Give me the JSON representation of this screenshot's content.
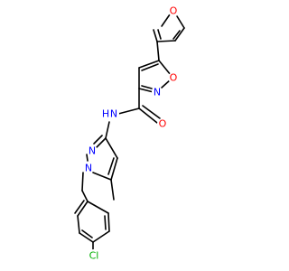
{
  "molecule": {
    "colors": {
      "carbon_bond": "#000000",
      "oxygen": "#ff0000",
      "nitrogen": "#0000ff",
      "chlorine": "#00b000"
    },
    "atoms": [
      {
        "id": "O1",
        "label": "O",
        "element": "oxygen"
      },
      {
        "id": "O2",
        "label": "O",
        "element": "oxygen"
      },
      {
        "id": "N1",
        "label": "N",
        "element": "nitrogen"
      },
      {
        "id": "O3",
        "label": "O",
        "element": "oxygen"
      },
      {
        "id": "N2",
        "label": "N",
        "element": "nitrogen"
      },
      {
        "id": "H1",
        "label": "H",
        "element": "nitrogen"
      },
      {
        "id": "N3",
        "label": "N",
        "element": "nitrogen"
      },
      {
        "id": "N4",
        "label": "N",
        "element": "nitrogen"
      },
      {
        "id": "Cl1",
        "label": "Cl",
        "element": "chlorine"
      }
    ]
  }
}
